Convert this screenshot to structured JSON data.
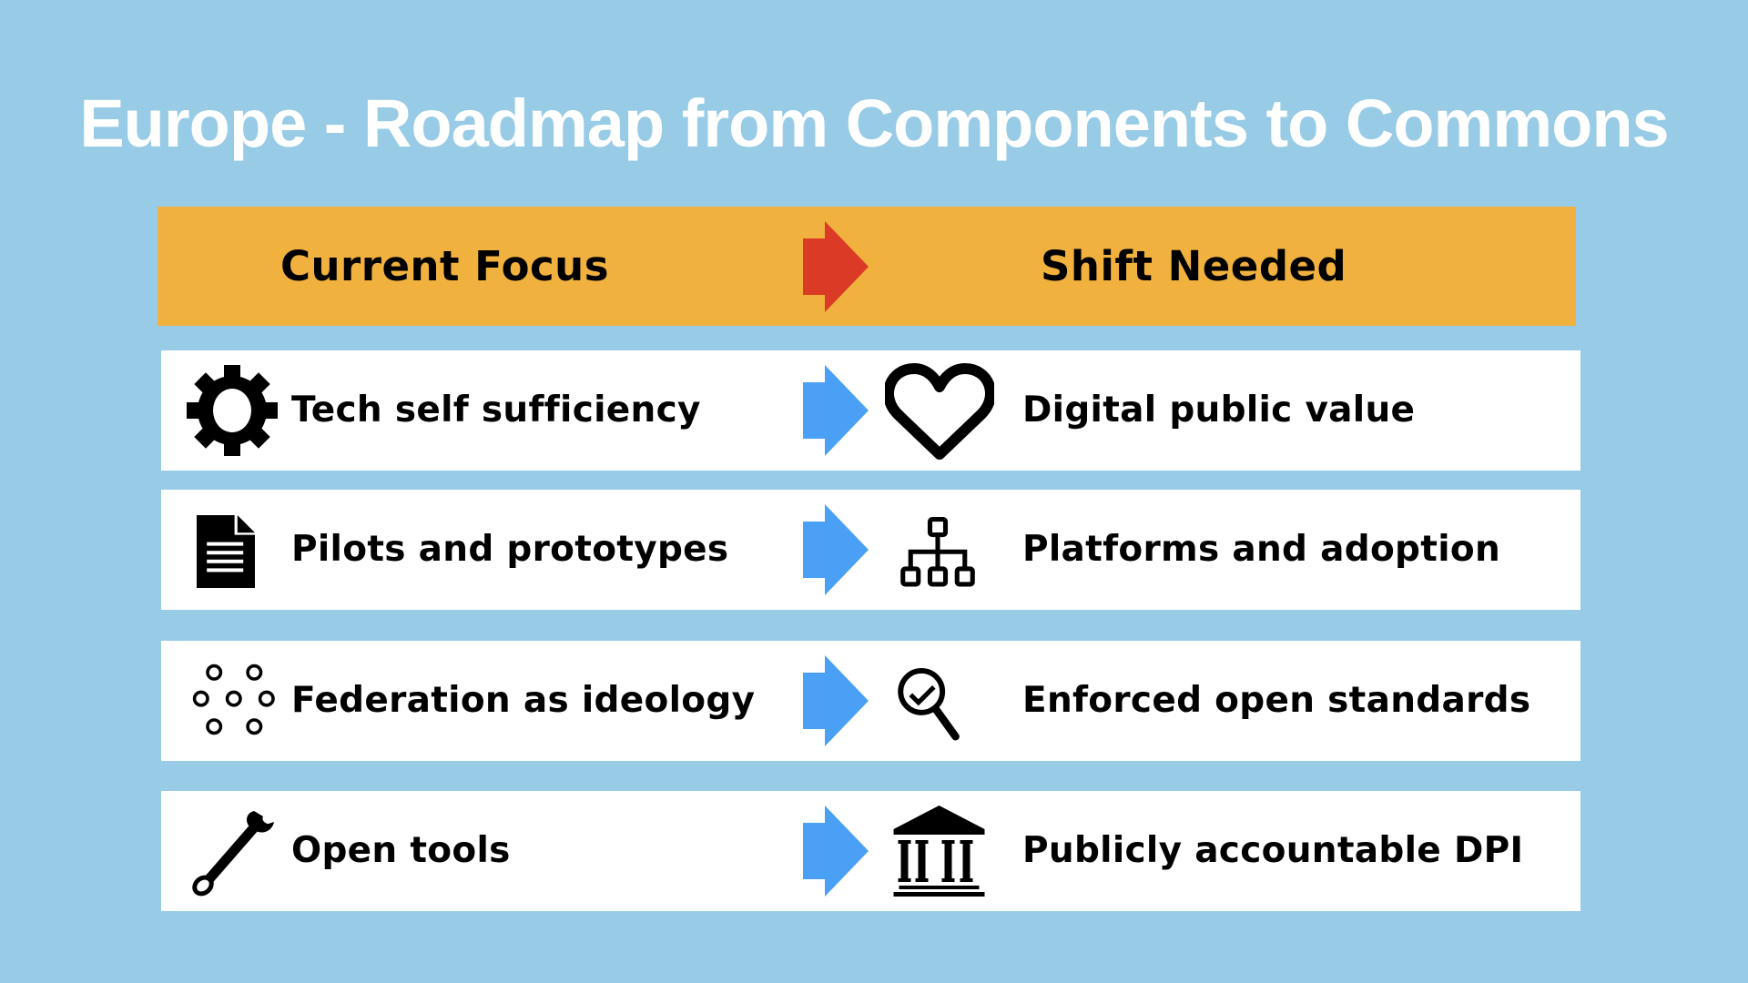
{
  "title": "Europe - Roadmap from Components to Commons",
  "header": {
    "left_label": "Current Focus",
    "right_label": "Shift Needed",
    "arrow_icon": "arrow-right-icon",
    "background_color": "#F1B13F",
    "arrow_color": "#DB3B26"
  },
  "colors": {
    "background": "#97CBE6",
    "row_background": "#FFFFFF",
    "row_arrow": "#4AA0F5",
    "title_text": "#FFFFFF"
  },
  "rows": [
    {
      "current": "Tech self sufficiency",
      "current_icon": "gear-icon",
      "shift": "Digital public value",
      "shift_icon": "heart-icon"
    },
    {
      "current": "Pilots and prototypes",
      "current_icon": "document-icon",
      "shift": "Platforms and adoption",
      "shift_icon": "hierarchy-network-icon"
    },
    {
      "current": "Federation as ideology",
      "current_icon": "scattered-circles-icon",
      "shift": "Enforced open standards",
      "shift_icon": "magnifier-check-icon"
    },
    {
      "current": "Open tools",
      "current_icon": "wrench-icon",
      "shift": "Publicly accountable DPI",
      "shift_icon": "institution-building-icon"
    }
  ]
}
